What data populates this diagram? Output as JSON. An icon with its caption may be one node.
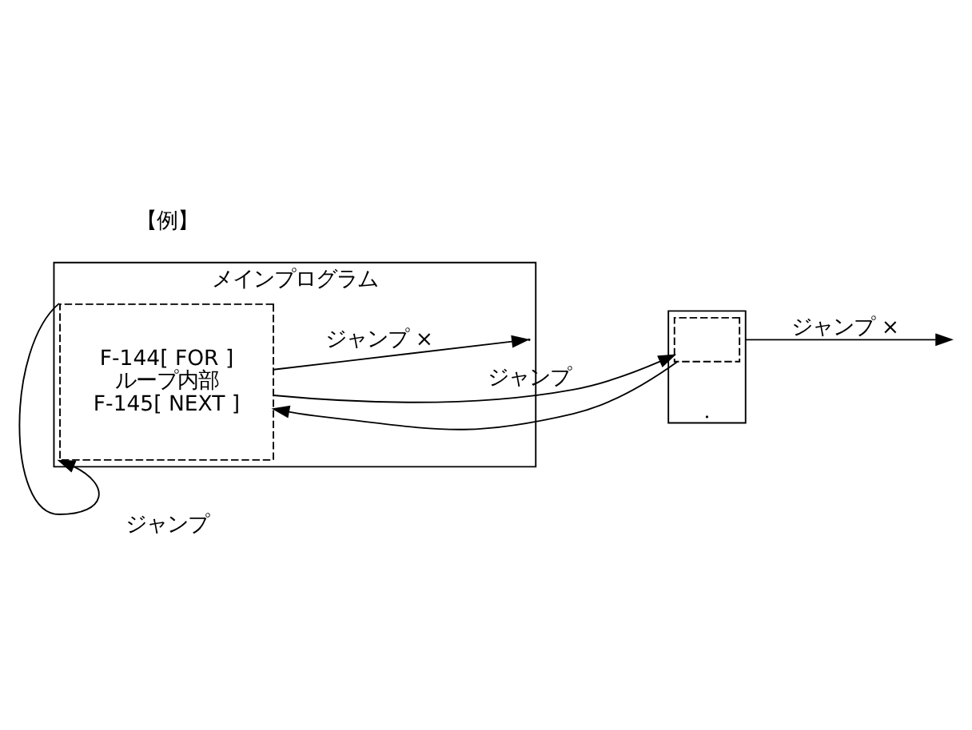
{
  "diagram": {
    "nodes": [
      {
        "text": [
          "メインプログラム"
        ]
      },
      {
        "text": [
          "F-144[ FOR ]",
          "ループ内部",
          "F-145[ NEXT ]"
        ],
        "in": 0
      },
      {
        "text": [],
        "shape": "box"
      },
      {
        "text": [],
        "shape": "box",
        "in": 2
      }
    ],
    "edges": [
      {
        "from": 1,
        "to": 3,
        "arrow": "to",
        "label": "ジャンプ"
      },
      {
        "from": 3,
        "to": 1,
        "arrow": "to"
      },
      {
        "from": 1,
        "to": 1,
        "arrow": "to",
        "label": "ジャンプ"
      },
      {
        "from": 1,
        "to": 0,
        "arrow": "to",
        "label": "ジャンプ ×"
      },
      {
        "from": 2,
        "to": null,
        "arrow": "to",
        "label": "ジャンプ ×"
      }
    ],
    "labels": [
      "【例】"
    ]
  }
}
